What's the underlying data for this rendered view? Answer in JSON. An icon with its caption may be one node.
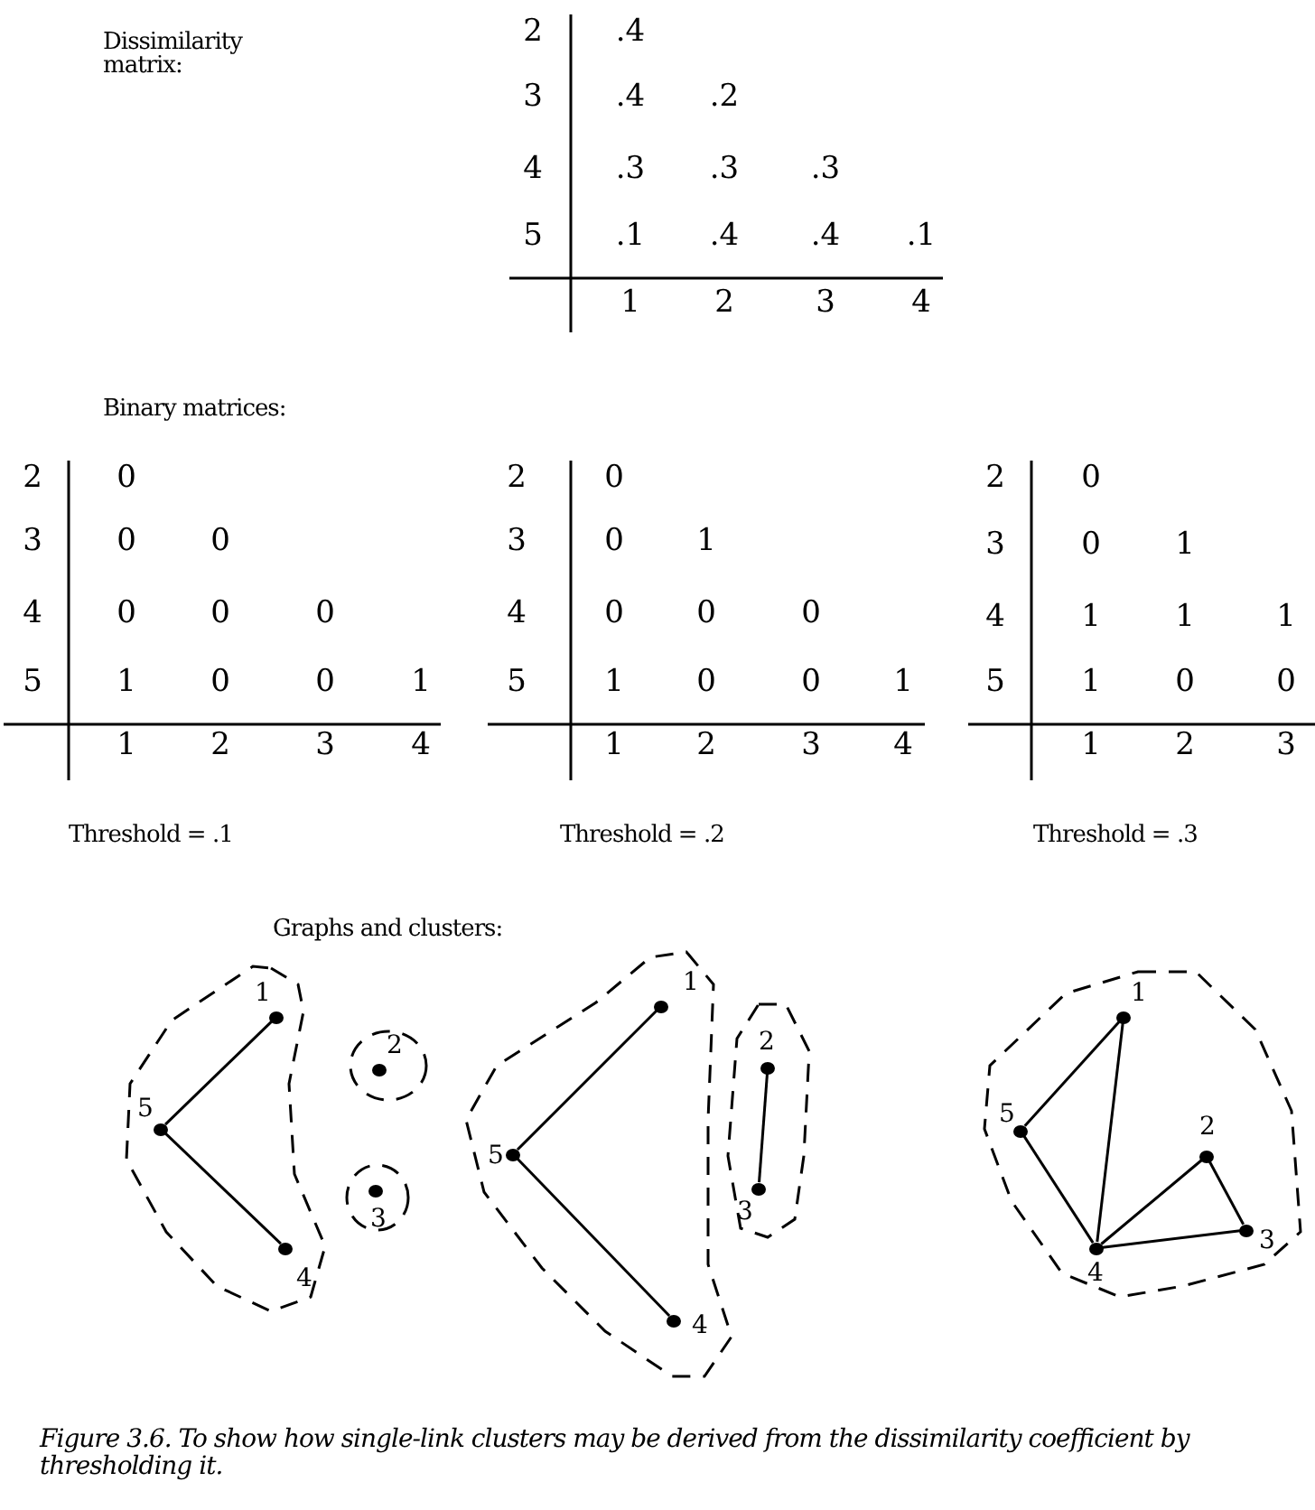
{
  "diagram": {
    "caption": "Figure 3.6. To show how single-link clusters may be derived from the dissimilarity coefficient by thresholding it.",
    "nodes": [
      {
        "text": [],
        "shape": "cloud"
      },
      {
        "text": [
          "1"
        ],
        "in": 0
      },
      {
        "text": [
          "5"
        ],
        "in": 0
      },
      {
        "text": [
          "4"
        ],
        "in": 0
      },
      {
        "text": [],
        "shape": "circle"
      },
      {
        "text": [
          "2"
        ],
        "in": 4
      },
      {
        "text": [],
        "shape": "circle"
      },
      {
        "text": [
          "3"
        ],
        "in": 6
      },
      {
        "text": [],
        "shape": "cloud"
      },
      {
        "text": [
          "1"
        ],
        "in": 8
      },
      {
        "text": [
          "5"
        ],
        "in": 8
      },
      {
        "text": [
          "4"
        ],
        "in": 8
      },
      {
        "text": [],
        "shape": "cloud"
      },
      {
        "text": [
          "2"
        ],
        "in": 12
      },
      {
        "text": [
          "3"
        ],
        "in": 12
      },
      {
        "text": [],
        "shape": "cloud"
      },
      {
        "text": [
          "1"
        ],
        "in": 15
      },
      {
        "text": [
          "5"
        ],
        "in": 15
      },
      {
        "text": [
          "2"
        ],
        "in": 15
      },
      {
        "text": [
          "4"
        ],
        "in": 15
      },
      {
        "text": [
          "3"
        ],
        "in": 15
      }
    ],
    "edges": [
      {
        "from": 1,
        "to": 2,
        "arrow": "none"
      },
      {
        "from": 2,
        "to": 3,
        "arrow": "none"
      },
      {
        "from": 9,
        "to": 10,
        "arrow": "none"
      },
      {
        "from": 10,
        "to": 11,
        "arrow": "none"
      },
      {
        "from": 13,
        "to": 14,
        "arrow": "none"
      },
      {
        "from": 16,
        "to": 17,
        "arrow": "none"
      },
      {
        "from": 16,
        "to": 19,
        "arrow": "none"
      },
      {
        "from": 17,
        "to": 19,
        "arrow": "none"
      },
      {
        "from": 18,
        "to": 19,
        "arrow": "none"
      },
      {
        "from": 18,
        "to": 20,
        "arrow": "none"
      },
      {
        "from": 19,
        "to": 20,
        "arrow": "none"
      }
    ],
    "labels": [
      "Dissimilarity matrix:",
      "2",
      ".4",
      "3",
      ".4",
      ".2",
      "4",
      ".3",
      ".3",
      ".3",
      "5",
      ".1",
      ".4",
      ".4",
      ".1",
      "1",
      "2",
      "3",
      "4",
      "Binary matrices:",
      "2",
      "0",
      "3",
      "0",
      "0",
      "4",
      "0",
      "0",
      "0",
      "5",
      "1",
      "0",
      "0",
      "1",
      "1",
      "2",
      "3",
      "4",
      "2",
      "0",
      "3",
      "0",
      "1",
      "4",
      "0",
      "0",
      "0",
      "5",
      "1",
      "0",
      "0",
      "1",
      "1",
      "2",
      "3",
      "4",
      "2",
      "0",
      "3",
      "0",
      "1",
      "4",
      "1",
      "1",
      "1",
      "5",
      "1",
      "0",
      "0",
      "1",
      "2",
      "3",
      "Threshold = .1",
      "Threshold = .2",
      "Threshold = .3",
      "Graphs and clusters:"
    ]
  }
}
